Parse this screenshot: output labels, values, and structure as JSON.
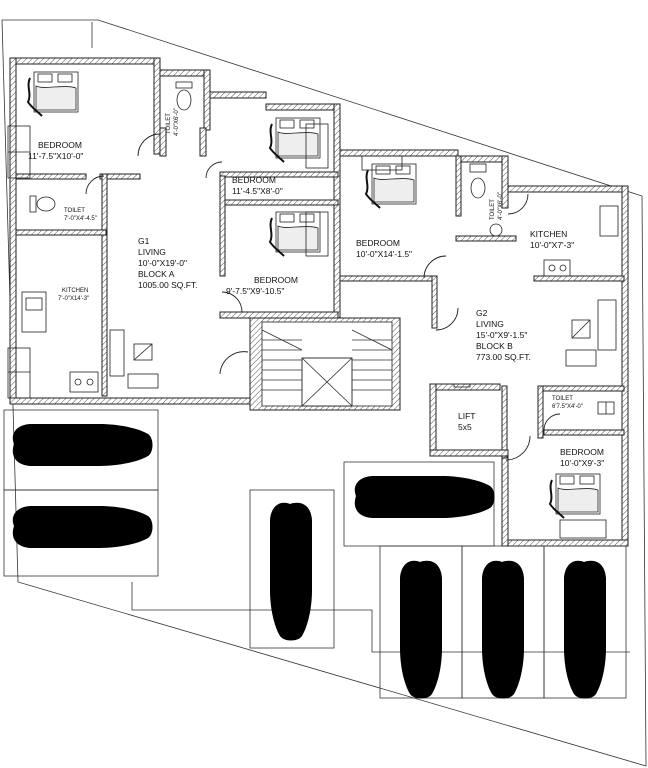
{
  "block_a": {
    "bedroom1": {
      "name": "BEDROOM",
      "dims": "11'-7.5\"X10'-0\""
    },
    "bedroom2": {
      "name": "BEDROOM",
      "dims": "11'-4.5\"X8'-0\""
    },
    "bedroom3": {
      "name": "BEDROOM",
      "dims": "9'-7.5\"X9'-10.5\""
    },
    "toilet1": {
      "name": "TOILET",
      "dims": "4'-0\"X6'-0\""
    },
    "toilet2": {
      "name": "TOILET",
      "dims": "7'-0\"X4'-4.5\""
    },
    "kitchen": {
      "name": "KITCHEN",
      "dims": "7'-0\"X14'-3\""
    },
    "living": {
      "unit": "G1",
      "name": "LIVING",
      "dims": "10'-0\"X19'-0\"",
      "block": "BLOCK A",
      "area": "1005.00 SQ.FT."
    }
  },
  "block_b": {
    "bedroom1": {
      "name": "BEDROOM",
      "dims": "10'-0\"X14'-1.5\""
    },
    "bedroom2": {
      "name": "BEDROOM",
      "dims": "10'-0\"X9'-3\""
    },
    "toilet1": {
      "name": "TOILET",
      "dims": "4'-0\"X6'-0\""
    },
    "toilet2": {
      "name": "TOILET",
      "dims": "6'7.5\"X4'-0\""
    },
    "kitchen": {
      "name": "KITCHEN",
      "dims": "10'-0\"X7'-3\""
    },
    "living": {
      "unit": "G2",
      "name": "LIVING",
      "dims": "15'-0\"X9'-1.5\"",
      "block": "BLOCK B",
      "area": "773.00 SQ.FT."
    }
  },
  "lift": {
    "name": "LIFT",
    "dims": "5x5"
  }
}
